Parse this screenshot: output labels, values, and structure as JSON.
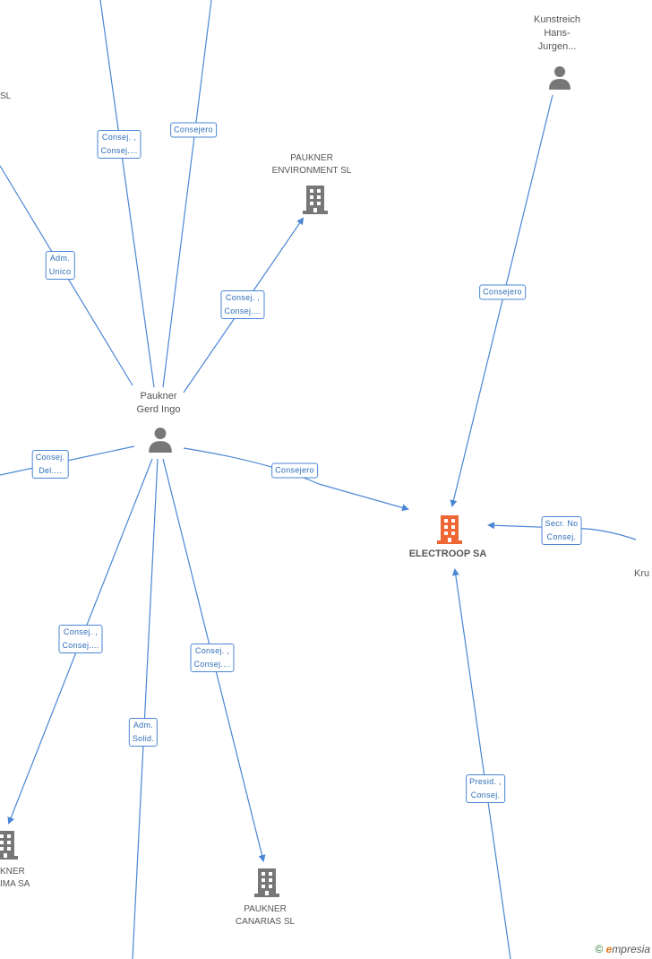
{
  "nodes": {
    "kunstreich": {
      "lines": [
        "Kunstreich",
        "Hans-",
        "Jurgen..."
      ]
    },
    "paukner_env": {
      "lines": [
        "PAUKNER",
        "ENVIRONMENT SL"
      ]
    },
    "paukner_gerd": {
      "lines": [
        "Paukner",
        "Gerd Ingo"
      ]
    },
    "electroop": {
      "lines": [
        "ELECTROOP SA"
      ]
    },
    "paukner_canarias": {
      "lines": [
        "PAUKNER",
        "CANARIAS SL"
      ]
    },
    "left_company": {
      "lines": [
        "KNER",
        "IMA SA"
      ]
    },
    "left_top_fragment": {
      "lines": [
        "SL"
      ]
    },
    "right_fragment": {
      "lines": [
        "Kru"
      ]
    }
  },
  "edges": {
    "consej_consej_top": [
      "Consej. ,",
      "Consej...."
    ],
    "consejero_top": [
      "Consejero"
    ],
    "adm_unico": [
      "Adm.",
      "Unico"
    ],
    "consej_consej_env": [
      "Consej. ,",
      "Consej...."
    ],
    "consejero_kunstreich": [
      "Consejero"
    ],
    "consej_del": [
      "Consej.",
      "Del...."
    ],
    "consejero_electroop": [
      "Consejero"
    ],
    "secr_no_consej": [
      "Secr. No",
      "Consej."
    ],
    "consej_consej_left": [
      "Consej. ,",
      "Consej...."
    ],
    "consej_consej_canarias": [
      "Consej. ,",
      "Consej...."
    ],
    "adm_solid": [
      "Adm.",
      "Solid."
    ],
    "presid_consej": [
      "Presid. ,",
      "Consej."
    ]
  },
  "colors": {
    "edge": "#4a86d4",
    "person": "#777777",
    "company": "#777777",
    "focus": "#ee6633"
  },
  "footer": {
    "copyright": "©",
    "brand_e": "e",
    "brand_rest": "mpresia"
  }
}
